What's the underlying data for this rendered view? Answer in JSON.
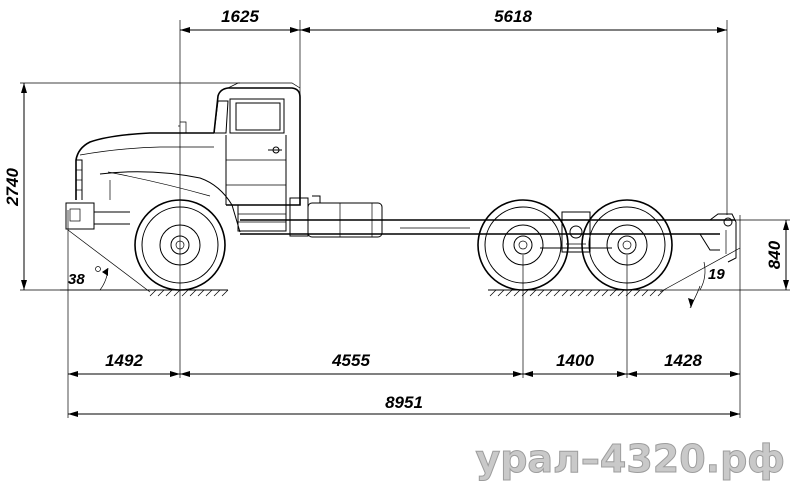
{
  "dimensions": {
    "cab_to_front_axle": "1625",
    "cab_to_rear": "5618",
    "total_height": "2740",
    "frame_height": "840",
    "front_overhang": "1492",
    "wheelbase": "4555",
    "bogie_spacing": "1400",
    "rear_overhang": "1428",
    "total_length": "8951"
  },
  "angles": {
    "approach_angle": "38",
    "departure_angle": "19"
  },
  "watermark": "урал–4320.рф"
}
